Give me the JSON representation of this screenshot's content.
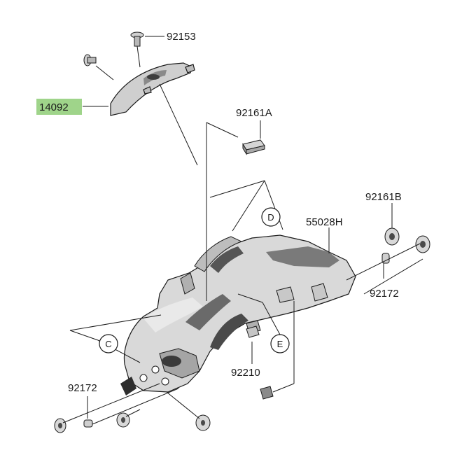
{
  "parts": {
    "p14092": "14092",
    "p92153": "92153",
    "p92161A": "92161A",
    "p55028H": "55028H",
    "p92161B": "92161B",
    "p92172_right": "92172",
    "p92210": "92210",
    "p92172_left": "92172"
  },
  "callouts": {
    "c": "C",
    "d": "D",
    "e": "E"
  },
  "colors": {
    "highlight": "#9fd48a",
    "ink": "#1a1a1a",
    "part_fill": "#d9d9d9",
    "part_dark": "#4a4a4a"
  }
}
